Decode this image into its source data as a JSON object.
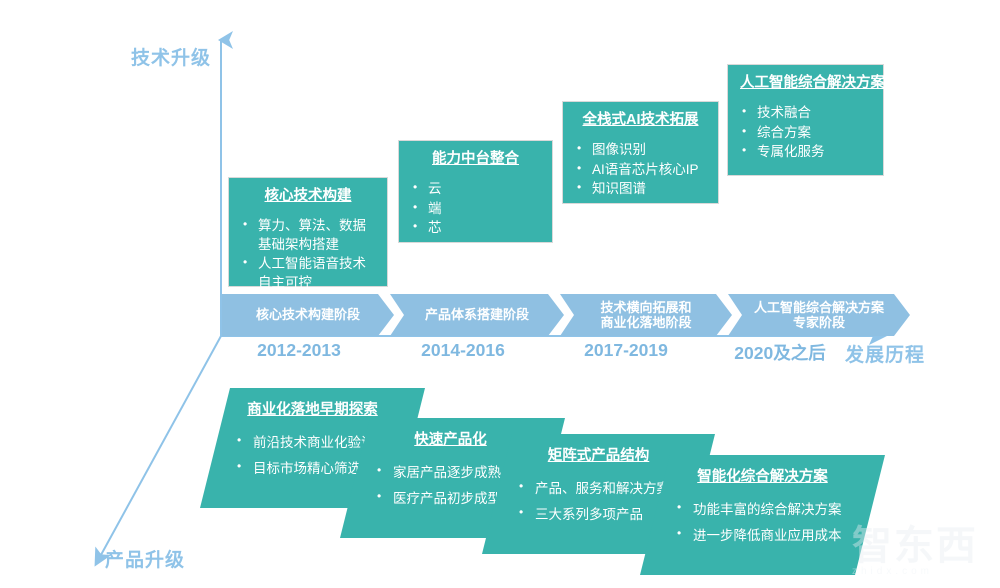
{
  "axes": {
    "vertical_label": "技术升级",
    "horizontal_label": "发展历程",
    "diagonal_label": "产品升级",
    "axis_color": "#8FC3E8"
  },
  "colors": {
    "teal": "#39B3AC",
    "chevron_blue": "#8FC0E2",
    "year_blue": "#7FB8E0",
    "background": "#FFFFFF"
  },
  "tech_boxes": [
    {
      "title": "核心技术构建",
      "bullets": [
        "算力、算法、数据基础架构搭建",
        "人工智能语音技术自主可控"
      ]
    },
    {
      "title": "能力中台整合",
      "bullets": [
        "云",
        "端",
        "芯"
      ]
    },
    {
      "title": "全栈式AI技术拓展",
      "bullets": [
        "图像识别",
        "AI语音芯片核心IP",
        "知识图谱"
      ]
    },
    {
      "title": "人工智能综合解决方案",
      "bullets": [
        "技术融合",
        "综合方案",
        "专属化服务"
      ]
    }
  ],
  "timeline": {
    "stages": [
      {
        "label": "核心技术构建阶段",
        "years": "2012-2013"
      },
      {
        "label": "产品体系搭建阶段",
        "years": "2014-2016"
      },
      {
        "label": "技术横向拓展和\n商业化落地阶段",
        "years": "2017-2019"
      },
      {
        "label": "人工智能综合解决方案\n专家阶段",
        "years": "2020及之后"
      }
    ]
  },
  "product_boxes": [
    {
      "title": "商业化落地早期探索",
      "bullets": [
        "前沿技术商业化验证",
        "目标市场精心筛选"
      ]
    },
    {
      "title": "快速产品化",
      "bullets": [
        "家居产品逐步成熟",
        "医疗产品初步成型"
      ]
    },
    {
      "title": "矩阵式产品结构",
      "bullets": [
        "产品、服务和解决方案",
        "三大系列多项产品"
      ]
    },
    {
      "title": "智能化综合解决方案",
      "bullets": [
        "功能丰富的综合解决方案",
        "进一步降低商业应用成本"
      ]
    }
  ],
  "watermark": {
    "text": "智东西",
    "subtext": "zhidx.com"
  }
}
